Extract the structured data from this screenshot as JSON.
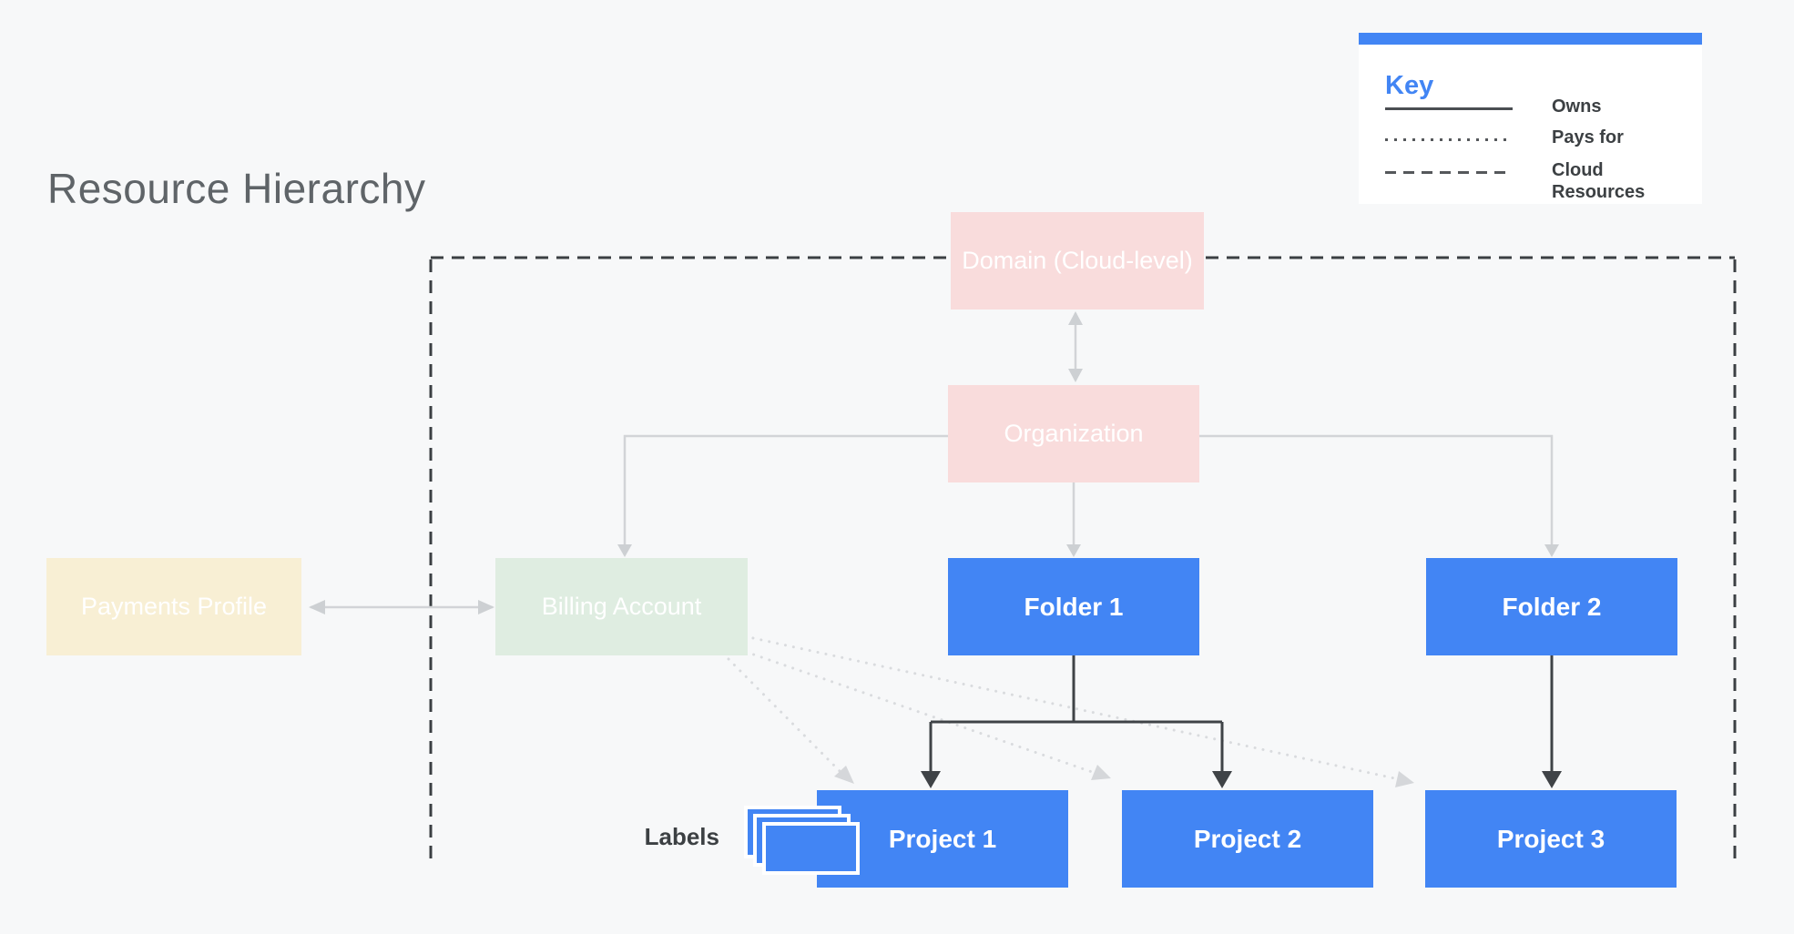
{
  "title": "Resource Hierarchy",
  "legend": {
    "heading": "Key",
    "items": [
      {
        "line_style": "solid",
        "label": "Owns"
      },
      {
        "line_style": "dotted",
        "label": "Pays for"
      },
      {
        "line_style": "dashed",
        "label": "Cloud Resources"
      }
    ]
  },
  "nodes": {
    "domain": {
      "label": "Domain (Cloud-level)",
      "fill": "#F9DCDC",
      "text_color": "#FFFFFF"
    },
    "organization": {
      "label": "Organization",
      "fill": "#F9DCDC",
      "text_color": "#FFFFFF"
    },
    "payments_profile": {
      "label": "Payments Profile",
      "fill": "#F8EFD4",
      "text_color": "#FFFFFF"
    },
    "billing_account": {
      "label": "Billing Account",
      "fill": "#DFEDE1",
      "text_color": "#FFFFFF"
    },
    "folder_1": {
      "label": "Folder 1",
      "fill": "#4285F4",
      "text_color": "#FFFFFF"
    },
    "folder_2": {
      "label": "Folder 2",
      "fill": "#4285F4",
      "text_color": "#FFFFFF"
    },
    "project_1": {
      "label": "Project 1",
      "fill": "#4285F4",
      "text_color": "#FFFFFF"
    },
    "project_2": {
      "label": "Project 2",
      "fill": "#4285F4",
      "text_color": "#FFFFFF"
    },
    "project_3": {
      "label": "Project 3",
      "fill": "#4285F4",
      "text_color": "#FFFFFF"
    }
  },
  "annotations": {
    "labels_caption": "Labels"
  },
  "colors": {
    "background": "#F7F8F9",
    "accent_blue": "#4285F4",
    "title_text": "#5F6468",
    "legend_text": "#3C4043",
    "owns_line": "#4A4E52",
    "pays_for_line": "#D9DBDE",
    "cloud_resources_line": "#3B3F43",
    "hierarchy_dark_line": "#3F4347",
    "soft_gray_line": "#D2D4D7"
  }
}
